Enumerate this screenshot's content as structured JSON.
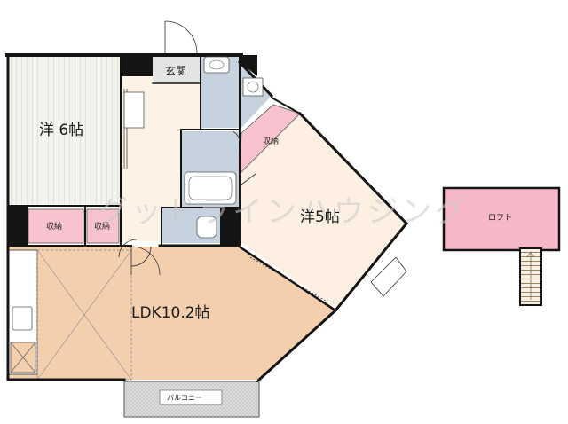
{
  "rooms": {
    "western_6": "洋 6帖",
    "western_5": "洋5帖",
    "ldk": "LDK10.2帖",
    "entrance": "玄関",
    "storage_1": "収納",
    "storage_2": "収納",
    "storage_3": "収納",
    "balcony": "バルコニー",
    "loft": "ロフト"
  },
  "watermark": "グッドラインハウジング",
  "colors": {
    "wall": "#141414",
    "wood_floor": "#f3f3ee",
    "ldk_floor": "#f3cfae",
    "room5_floor": "#fdf0e3",
    "hall_floor": "#fcf3e6",
    "storage": "#f8c3cf",
    "wet_area": "#c6d2dd",
    "balcony": "#d6d6d6",
    "loft": "#f6b8c8"
  }
}
